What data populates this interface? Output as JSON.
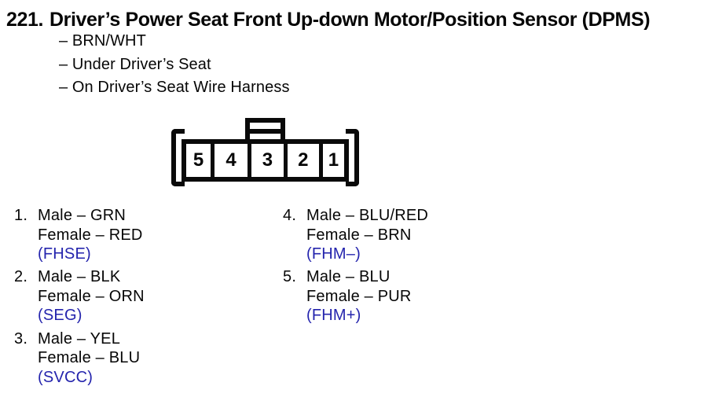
{
  "doc": {
    "section_number": "221.",
    "title": "Driver’s Power Seat Front Up-down Motor/Position Sensor (DPMS)",
    "details": [
      "– BRN/WHT",
      "– Under Driver’s Seat",
      "– On Driver’s Seat Wire Harness"
    ]
  },
  "connector": {
    "pin_labels": [
      "5",
      "4",
      "3",
      "2",
      "1"
    ]
  },
  "pins": [
    {
      "number": "1.",
      "male": "Male – GRN",
      "female": "Female – RED",
      "terminal": "(FHSE)"
    },
    {
      "number": "2.",
      "male": "Male – BLK",
      "female": "Female – ORN",
      "terminal": "(SEG)"
    },
    {
      "number": "3.",
      "male": "Male – YEL",
      "female": "Female – BLU",
      "terminal": "(SVCC)"
    },
    {
      "number": "4.",
      "male": "Male – BLU/RED",
      "female": "Female – BRN",
      "terminal": "(FHM–)"
    },
    {
      "number": "5.",
      "male": "Male – BLU",
      "female": "Female – PUR",
      "terminal": "(FHM+)"
    }
  ],
  "colors": {
    "text": "#060606",
    "terminal_blue": "#2424ad",
    "background": "#ffffff"
  }
}
